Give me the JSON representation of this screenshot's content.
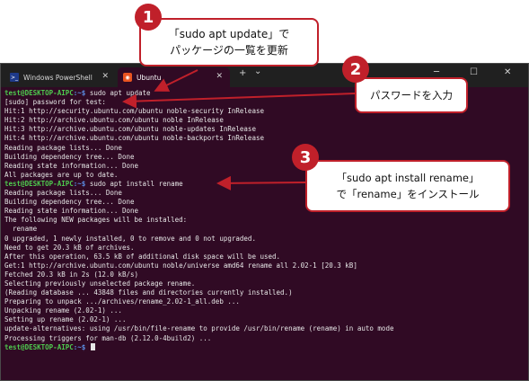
{
  "tabs": [
    {
      "label": "Windows PowerShell",
      "icon": "powershell-icon",
      "active": false
    },
    {
      "label": "Ubuntu",
      "icon": "ubuntu-icon",
      "active": true
    }
  ],
  "titlebar": {
    "new_tab": "+",
    "dropdown": "⌄",
    "minimize": "─",
    "maximize": "☐",
    "close": "✕",
    "tab_close": "✕"
  },
  "prompt": {
    "user": "test@DESKTOP-AIPC",
    "path": ":~$ "
  },
  "lines": [
    {
      "type": "prompt",
      "cmd": "sudo apt update"
    },
    {
      "type": "text",
      "text": "[sudo] password for test:"
    },
    {
      "type": "text",
      "text": "Hit:1 http://security.ubuntu.com/ubuntu noble-security InRelease"
    },
    {
      "type": "text",
      "text": "Hit:2 http://archive.ubuntu.com/ubuntu noble InRelease"
    },
    {
      "type": "text",
      "text": "Hit:3 http://archive.ubuntu.com/ubuntu noble-updates InRelease"
    },
    {
      "type": "text",
      "text": "Hit:4 http://archive.ubuntu.com/ubuntu noble-backports InRelease"
    },
    {
      "type": "text",
      "text": "Reading package lists... Done"
    },
    {
      "type": "text",
      "text": "Building dependency tree... Done"
    },
    {
      "type": "text",
      "text": "Reading state information... Done"
    },
    {
      "type": "text",
      "text": "All packages are up to date."
    },
    {
      "type": "prompt",
      "cmd": "sudo apt install rename"
    },
    {
      "type": "text",
      "text": "Reading package lists... Done"
    },
    {
      "type": "text",
      "text": "Building dependency tree... Done"
    },
    {
      "type": "text",
      "text": "Reading state information... Done"
    },
    {
      "type": "text",
      "text": "The following NEW packages will be installed:"
    },
    {
      "type": "text",
      "text": "  rename"
    },
    {
      "type": "text",
      "text": "0 upgraded, 1 newly installed, 0 to remove and 0 not upgraded."
    },
    {
      "type": "text",
      "text": "Need to get 20.3 kB of archives."
    },
    {
      "type": "text",
      "text": "After this operation, 63.5 kB of additional disk space will be used."
    },
    {
      "type": "text",
      "text": "Get:1 http://archive.ubuntu.com/ubuntu noble/universe amd64 rename all 2.02-1 [20.3 kB]"
    },
    {
      "type": "text",
      "text": "Fetched 20.3 kB in 2s (12.0 kB/s)"
    },
    {
      "type": "text",
      "text": "Selecting previously unselected package rename."
    },
    {
      "type": "text",
      "text": "(Reading database ... 43848 files and directories currently installed.)"
    },
    {
      "type": "text",
      "text": "Preparing to unpack .../archives/rename_2.02-1_all.deb ..."
    },
    {
      "type": "text",
      "text": "Unpacking rename (2.02-1) ..."
    },
    {
      "type": "text",
      "text": "Setting up rename (2.02-1) ..."
    },
    {
      "type": "text",
      "text": "update-alternatives: using /usr/bin/file-rename to provide /usr/bin/rename (rename) in auto mode"
    },
    {
      "type": "text",
      "text": "Processing triggers for man-db (2.12.0-4build2) ..."
    },
    {
      "type": "prompt",
      "cmd": "",
      "cursor": true
    }
  ],
  "callouts": [
    {
      "number": "1",
      "line1": "「sudo apt update」で",
      "line2": "パッケージの一覧を更新"
    },
    {
      "number": "2",
      "line1": "パスワードを入力",
      "line2": ""
    },
    {
      "number": "3",
      "line1": "「sudo apt install rename」",
      "line2": "で「rename」をインストール"
    }
  ],
  "colors": {
    "terminal_bg": "#300a24",
    "accent": "#c0202a",
    "prompt_user": "#4ec94e",
    "prompt_path": "#5c8fe6"
  }
}
